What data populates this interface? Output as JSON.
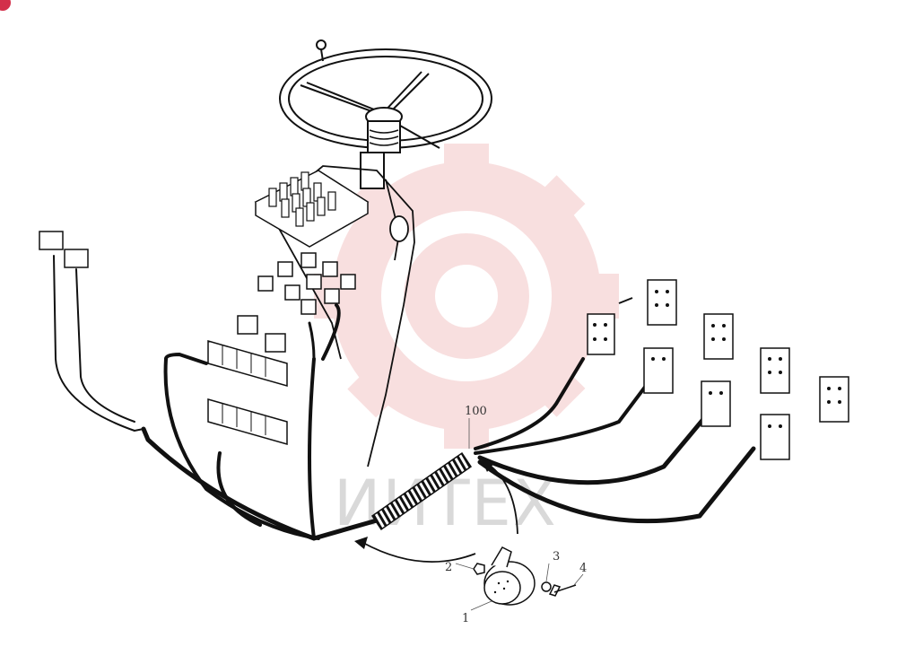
{
  "watermark": {
    "text": "ИИТЕХ",
    "color": "#f3c6c6"
  },
  "callouts": {
    "harness": "100",
    "horn": "1",
    "nut": "2",
    "washer": "3",
    "bolt": "4"
  },
  "badge": {
    "color": "#d32f4a"
  }
}
